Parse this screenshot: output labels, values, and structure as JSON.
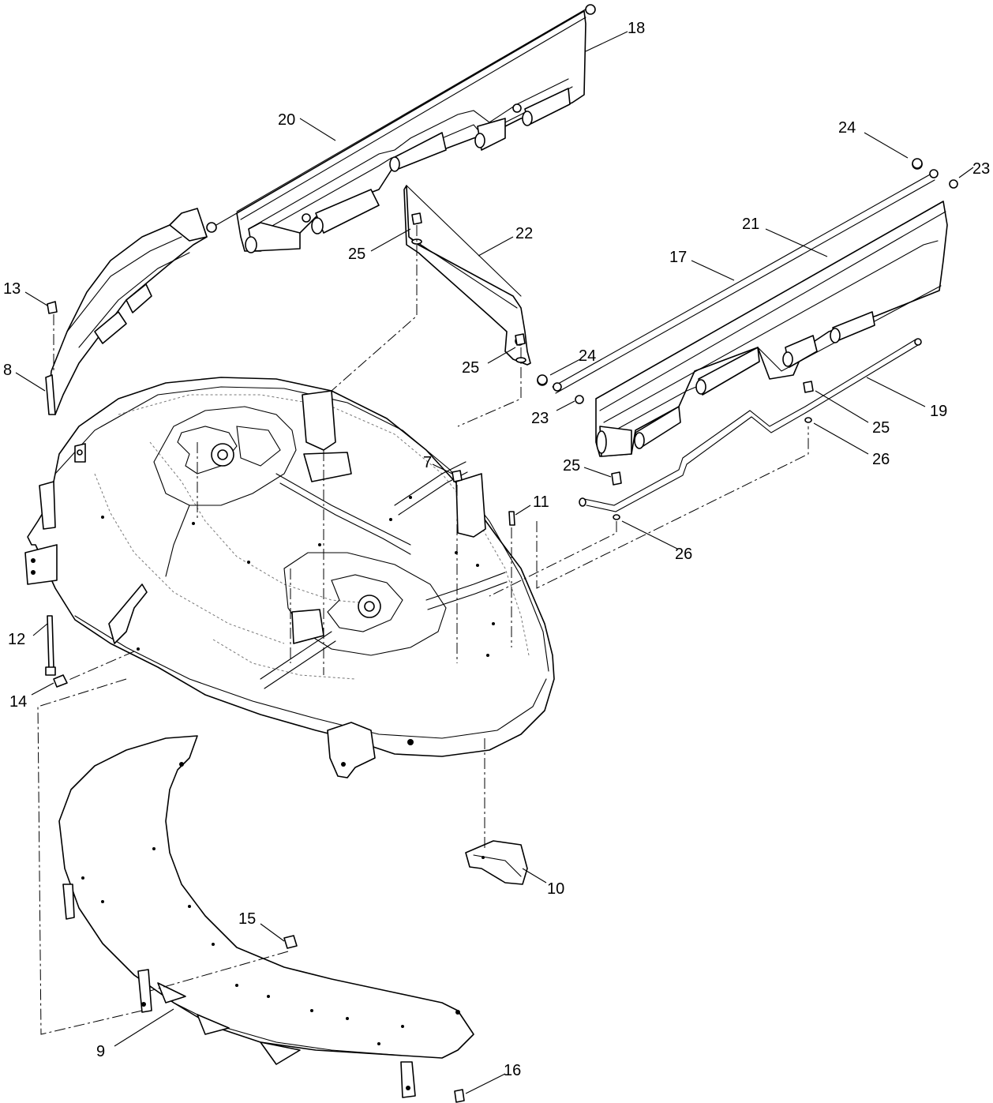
{
  "callouts": [
    {
      "id": "c7",
      "label": "7"
    },
    {
      "id": "c8",
      "label": "8"
    },
    {
      "id": "c9",
      "label": "9"
    },
    {
      "id": "c10",
      "label": "10"
    },
    {
      "id": "c11",
      "label": "11"
    },
    {
      "id": "c12",
      "label": "12"
    },
    {
      "id": "c13",
      "label": "13"
    },
    {
      "id": "c14",
      "label": "14"
    },
    {
      "id": "c15",
      "label": "15"
    },
    {
      "id": "c16",
      "label": "16"
    },
    {
      "id": "c17",
      "label": "17"
    },
    {
      "id": "c18",
      "label": "18"
    },
    {
      "id": "c19",
      "label": "19"
    },
    {
      "id": "c20",
      "label": "20"
    },
    {
      "id": "c21",
      "label": "21"
    },
    {
      "id": "c22",
      "label": "22"
    },
    {
      "id": "c23a",
      "label": "23"
    },
    {
      "id": "c23b",
      "label": "23"
    },
    {
      "id": "c24a",
      "label": "24"
    },
    {
      "id": "c24b",
      "label": "24"
    },
    {
      "id": "c25a",
      "label": "25"
    },
    {
      "id": "c25b",
      "label": "25"
    },
    {
      "id": "c25c",
      "label": "25"
    },
    {
      "id": "c25d",
      "label": "25"
    },
    {
      "id": "c26a",
      "label": "26"
    },
    {
      "id": "c26b",
      "label": "26"
    }
  ]
}
